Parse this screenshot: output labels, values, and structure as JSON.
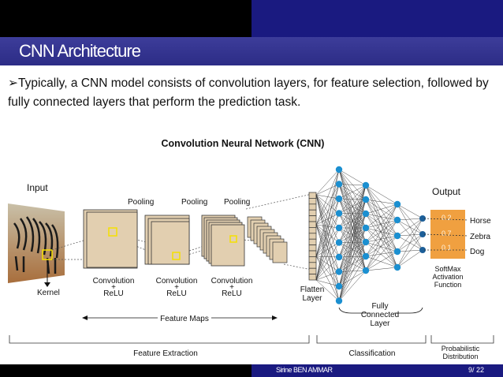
{
  "slide": {
    "title": "CNN Architecture",
    "bullet_marker": "➢",
    "bullet_text": "Typically, a CNN model consists of convolution layers, for feature selection, followed by fully connected layers that perform the prediction task."
  },
  "diagram": {
    "title": "Convolution  Neural  Network (CNN)",
    "input_label": "Input",
    "kernel_label": "Kernel",
    "pooling_labels": [
      "Pooling",
      "Pooling",
      "Pooling"
    ],
    "conv_label_line1": "Convolution",
    "conv_label_plus": "+",
    "conv_label_line2": "ReLU",
    "feature_maps_label": "Feature Maps",
    "flatten_label_line1": "Flatten",
    "flatten_label_line2": "Layer",
    "fc_label_line1": "Fully",
    "fc_label_line2": "Connected",
    "fc_label_line3": "Layer",
    "output_label": "Output",
    "output_values": [
      "0.2",
      "0.7",
      "0.1"
    ],
    "output_classes": [
      "Horse",
      "Zebra",
      "Dog"
    ],
    "softmax_line1": "SoftMax",
    "softmax_line2": "Activation",
    "softmax_line3": "Function",
    "section_feature_extraction": "Feature Extraction",
    "section_classification": "Classification",
    "section_prob_line1": "Probabilistic",
    "section_prob_line2": "Distribution"
  },
  "footer": {
    "author": "Sirine   BEN  AMMAR",
    "page": "9/ 22"
  },
  "colors": {
    "title_bar": "#2c2c86",
    "footer_blue": "#1a1a80",
    "node_blue": "#1b8fd0",
    "feature_map": "#e2cfb0",
    "output_orange": "#f0a040",
    "kernel_yellow": "#f5e000"
  }
}
